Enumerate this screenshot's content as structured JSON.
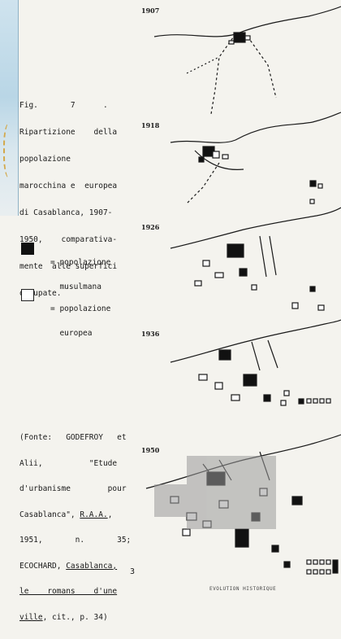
{
  "caption": {
    "lines": [
      "Fig.       7      .",
      "Ripartizione    della",
      "popolazione",
      "marocchina e  europea",
      "di Casablanca, 1907-",
      "1950,    comparativa-",
      "mente  alle superfici",
      "occupate."
    ]
  },
  "legend": {
    "muslim": [
      "= popolazione",
      "  musulmana"
    ],
    "european": [
      "= popolazione",
      "  europea"
    ]
  },
  "source": {
    "l1": "(Fonte:   GODEFROY   et",
    "l2": "Alii,          \"Etude",
    "l3": "d'urbanisme        pour",
    "l4a": "Casablanca\", ",
    "l4b": "R.A.A.",
    "l4c": ",",
    "l5": "1951,       n.       35;",
    "l6a": "ECOCHARD, ",
    "l6b": "Casablanca,",
    "l7": "le    romans    d'une",
    "l8a": "ville",
    "l8b": ", cit., p. 34)"
  },
  "page_number": "3",
  "maps": {
    "years": [
      "1907",
      "1918",
      "1926",
      "1936",
      "1950"
    ]
  },
  "footer": "EVOLUTION HISTORIQUE",
  "colors": {
    "ink": "#1a1a1a",
    "paper": "#f4f3ee",
    "map_edge": "#b9d6e6"
  }
}
